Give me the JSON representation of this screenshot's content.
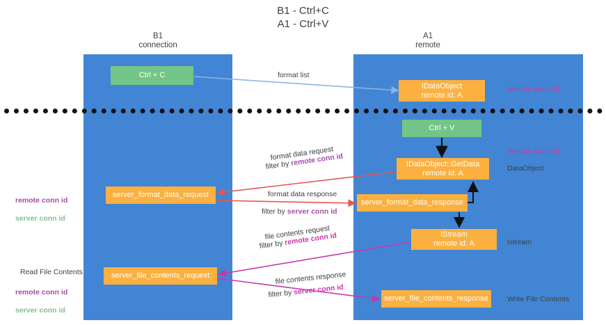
{
  "diagram": {
    "title": "B1 - Ctrl+C\nA1 - Ctrl+V",
    "lanes": [
      {
        "id": "b1",
        "heading": "B1\nconnection",
        "color": "#4285d4"
      },
      {
        "id": "a1",
        "heading": "A1\nremote",
        "color": "#4285d4"
      }
    ],
    "nodes": {
      "ctrl_c": "Ctrl + C",
      "idataobject": "IDataObject\nremote id: A",
      "ctrl_v": "Ctrl + V",
      "getdata": "IDataObject::GetData\nremote id: A",
      "server_format_data_request": "server_format_data_request",
      "server_format_data_response": "server_format_data_response",
      "istream": "IStream\nremote id: A",
      "server_file_contents_request": "server_file_contents_request",
      "server_file_contents_response": "server_file_contents_response"
    },
    "edge_labels": {
      "format_list": "format list",
      "format_data_request": "format data request",
      "filter_by_prefix": "filter by ",
      "remote_conn_id": "remote conn id",
      "server_conn_id": "server conn id",
      "format_data_response": "format data response",
      "file_contents_request": "file contents request",
      "file_contents_response": "file contents response"
    },
    "annotations": {
      "right_remote_conn_id_1": "remote conn id",
      "right_remote_conn_id_2": "remote conn id",
      "right_dataobject": "DataObject",
      "right_istream": "Istream",
      "right_write_file_contents": "Write File Contents",
      "left_remote_conn_id": "remote conn id",
      "left_server_conn_id": "server conn id",
      "left_read_file_contents": "Read File Contents",
      "left_remote_conn_id_2": "remote conn id",
      "left_server_conn_id_2": "server conn id"
    },
    "colors": {
      "lane": "#4285d4",
      "green_node": "#73c587",
      "orange_node": "#fbb040",
      "purple_text": "#a64ca6",
      "green_text": "#7cc08c",
      "pink_arrow": "#c837ab",
      "red_arrow": "#e8554e",
      "blue_arrow": "#8ab4e8",
      "black_arrow": "#111111"
    }
  }
}
